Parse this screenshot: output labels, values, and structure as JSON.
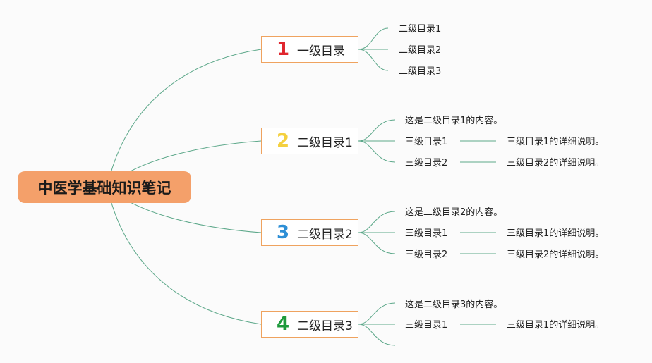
{
  "root": {
    "title": "中医学基础知识笔记"
  },
  "colors": {
    "root_fill": "#f4a06a",
    "node_border": "#efa35f",
    "connector": "#5da88a"
  },
  "branches": [
    {
      "number": "1",
      "number_color": "#e0262e",
      "label": "一级目录",
      "children": [
        {
          "text": "二级目录1"
        },
        {
          "text": "二级目录2"
        },
        {
          "text": "二级目录3"
        }
      ]
    },
    {
      "number": "2",
      "number_color": "#f4d03f",
      "label": "二级目录1",
      "children": [
        {
          "text": "这是二级目录1的内容。"
        },
        {
          "text": "三级目录1",
          "detail": "三级目录1的详细说明。"
        },
        {
          "text": "三级目录2",
          "detail": "三级目录2的详细说明。"
        }
      ]
    },
    {
      "number": "3",
      "number_color": "#2e8fd6",
      "label": "二级目录2",
      "children": [
        {
          "text": "这是二级目录2的内容。"
        },
        {
          "text": "三级目录1",
          "detail": "三级目录1的详细说明。"
        },
        {
          "text": "三级目录2",
          "detail": "三级目录2的详细说明。"
        }
      ]
    },
    {
      "number": "4",
      "number_color": "#1e9a3c",
      "label": "二级目录3",
      "children": [
        {
          "text": "这是二级目录3的内容。"
        },
        {
          "text": "三级目录1",
          "detail": "三级目录1的详细说明。"
        },
        {
          "text": ""
        }
      ]
    }
  ]
}
